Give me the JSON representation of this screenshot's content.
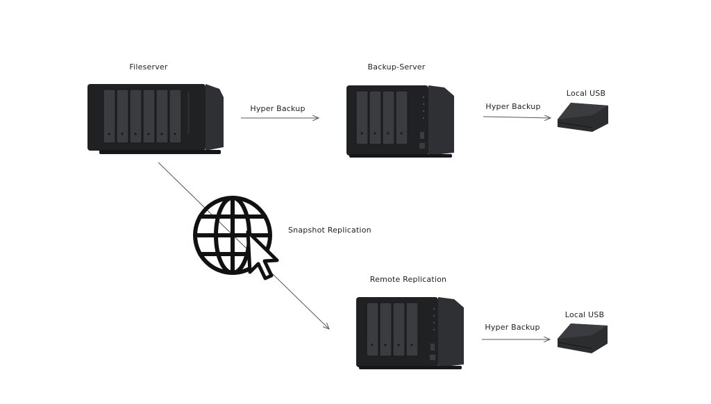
{
  "nodes": {
    "fileserver": {
      "label": "Fileserver"
    },
    "backup_server": {
      "label": "Backup-Server"
    },
    "local_usb_1": {
      "label": "Local USB"
    },
    "remote_replication": {
      "label": "Remote Replication"
    },
    "local_usb_2": {
      "label": "Local USB"
    },
    "internet": {
      "icon": "globe-cursor-icon"
    }
  },
  "edges": {
    "fileserver_to_backup": {
      "label": "Hyper Backup"
    },
    "backup_to_usb": {
      "label": "Hyper Backup"
    },
    "fileserver_to_remote": {
      "label": "Snapshot Replication"
    },
    "remote_to_usb": {
      "label": "Hyper Backup"
    }
  },
  "colors": {
    "device_body": "#2b2d2f",
    "device_front": "#1f2123",
    "drive_bay": "#3a3c3f",
    "arrow": "#555555",
    "icon": "#111111"
  }
}
